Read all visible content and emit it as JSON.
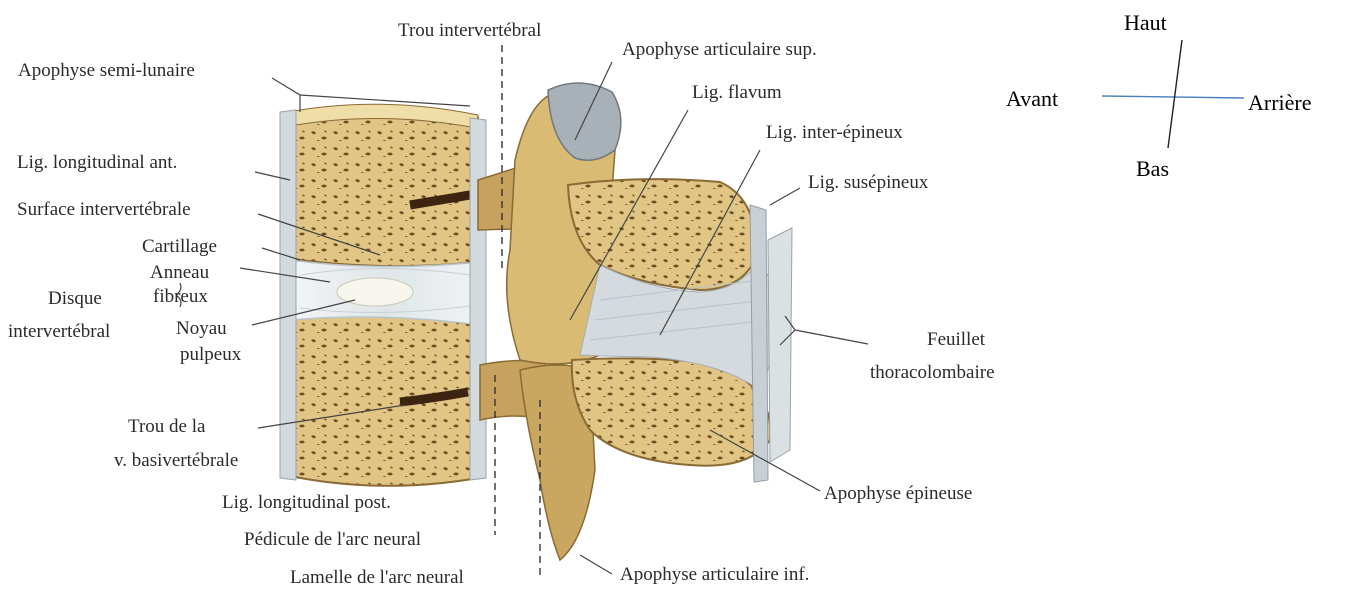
{
  "labels": {
    "apophyse_semi_lunaire": "Apophyse semi-lunaire",
    "lig_longitudinal_ant": "Lig. longitudinal ant.",
    "surface_intervertebrale": "Surface intervertébrale",
    "cartillage": "Cartillage",
    "anneau": "Anneau",
    "fibreux": "fibreux",
    "disque": "Disque",
    "intervertebral": "intervertébral",
    "noyau": "Noyau",
    "pulpeux": "pulpeux",
    "trou_de_la": "Trou de la",
    "v_basivertebrale": "v. basivertébrale",
    "trou_intervertebral": "Trou intervertébral",
    "apophyse_articulaire_sup": "Apophyse articulaire sup.",
    "lig_flavum": "Lig. flavum",
    "lig_inter_epineux": "Lig. inter-épineux",
    "lig_susepineux": "Lig. susépineux",
    "feuillet": "Feuillet",
    "thoracolombaire": "thoracolombaire",
    "apophyse_epineuse": "Apophyse épineuse",
    "lig_longitudinal_post": "Lig. longitudinal post.",
    "pedicule": "Pédicule de l'arc neural",
    "lamelle": "Lamelle de l'arc neural",
    "apophyse_articulaire_inf": "Apophyse articulaire inf."
  },
  "orientation": {
    "haut": "Haut",
    "bas": "Bas",
    "avant": "Avant",
    "arriere": "Arrière",
    "line_color": "#4a7fc0"
  },
  "colors": {
    "bone": "#e3c98a",
    "bone_dark": "#b08a45",
    "trabecula": "#6e4a22",
    "disc": "#e6ecee",
    "ligament": "#cfd6dc",
    "facet": "#9aa3ad"
  }
}
